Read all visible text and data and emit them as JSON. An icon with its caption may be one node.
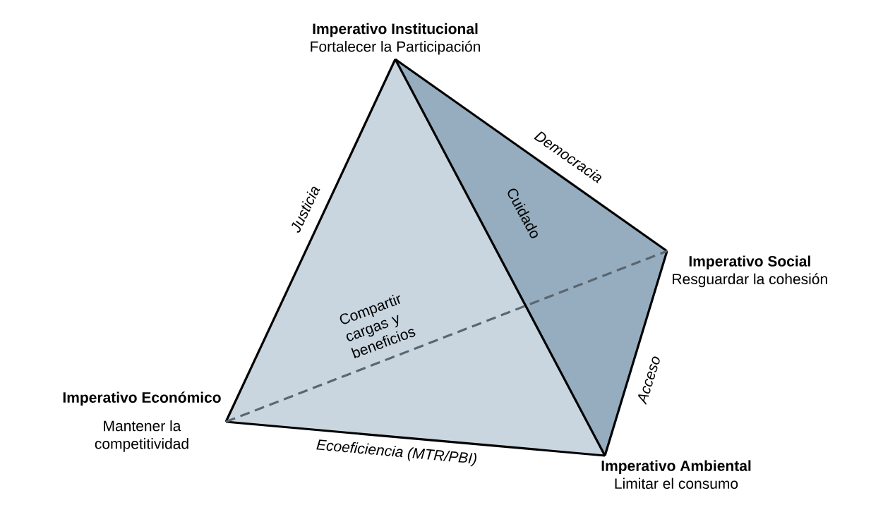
{
  "diagram": {
    "nodes": [
      {
        "text": [
          "Imperativo Institucional",
          "Fortalecer la Participación"
        ]
      },
      {
        "text": [
          "Imperativo Económico",
          "Mantener la competitividad"
        ]
      },
      {
        "text": [
          "Imperativo Ambiental",
          "Limitar el consumo"
        ]
      },
      {
        "text": [
          "Imperativo Social",
          "Resguardar la cohesión"
        ]
      }
    ],
    "edges": [
      {
        "from": 0,
        "to": 1,
        "arrow": "none",
        "label": "Justicia"
      },
      {
        "from": 0,
        "to": 2,
        "arrow": "none",
        "label": "Cuidado"
      },
      {
        "from": 0,
        "to": 3,
        "arrow": "none",
        "label": "Democracia"
      },
      {
        "from": 1,
        "to": 2,
        "arrow": "none",
        "label": "Ecoeficiencia (MTR/PBI)"
      },
      {
        "from": 2,
        "to": 3,
        "arrow": "none",
        "label": "Acceso"
      },
      {
        "from": 1,
        "to": 3,
        "arrow": "none",
        "label": "Compartir cargas y beneficios",
        "style": "dashed",
        "color": "#5a6670"
      }
    ]
  }
}
